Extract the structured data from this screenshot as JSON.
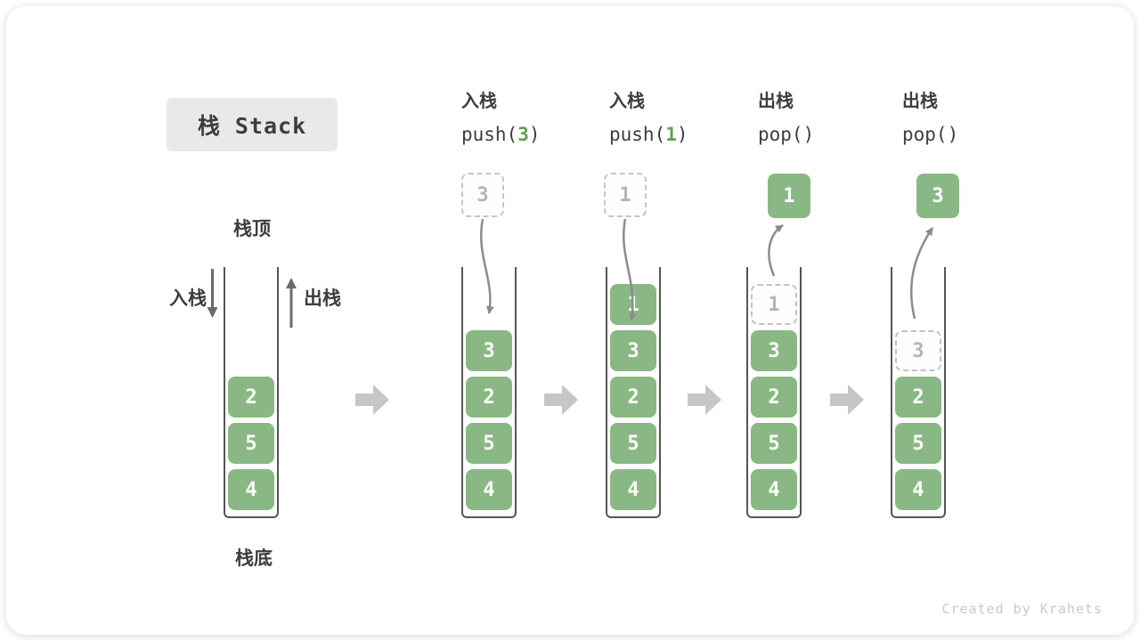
{
  "title": "栈 Stack",
  "labels": {
    "stack_top": "栈顶",
    "stack_bottom": "栈底",
    "push_side": "入栈",
    "pop_side": "出栈"
  },
  "colors": {
    "element_green": "#8ab885",
    "code_arg_green": "#61a24e",
    "ghost_gray": "#b5b5b5",
    "flow_arrow_gray": "#c6c6c6",
    "curve_arrow_gray": "#8c8c8c"
  },
  "steps": [
    {
      "label": "入栈",
      "code_pre": "push(",
      "code_arg": "3",
      "code_post": ")",
      "floating_value": "3",
      "floating_state": "ghost"
    },
    {
      "label": "入栈",
      "code_pre": "push(",
      "code_arg": "1",
      "code_post": ")",
      "floating_value": "1",
      "floating_state": "ghost"
    },
    {
      "label": "出栈",
      "code_pre": "pop(",
      "code_arg": "",
      "code_post": ")",
      "floating_value": "1",
      "floating_state": "solid"
    },
    {
      "label": "出栈",
      "code_pre": "pop(",
      "code_arg": "",
      "code_post": ")",
      "floating_value": "3",
      "floating_state": "solid"
    }
  ],
  "stacks": [
    {
      "name": "initial",
      "cells": [
        {
          "value": "2",
          "state": "solid"
        },
        {
          "value": "5",
          "state": "solid"
        },
        {
          "value": "4",
          "state": "solid"
        }
      ]
    },
    {
      "name": "after-push-3",
      "cells": [
        {
          "value": "3",
          "state": "solid"
        },
        {
          "value": "2",
          "state": "solid"
        },
        {
          "value": "5",
          "state": "solid"
        },
        {
          "value": "4",
          "state": "solid"
        }
      ]
    },
    {
      "name": "after-push-1",
      "cells": [
        {
          "value": "1",
          "state": "solid"
        },
        {
          "value": "3",
          "state": "solid"
        },
        {
          "value": "2",
          "state": "solid"
        },
        {
          "value": "5",
          "state": "solid"
        },
        {
          "value": "4",
          "state": "solid"
        }
      ]
    },
    {
      "name": "after-pop-1",
      "cells": [
        {
          "value": "1",
          "state": "ghost"
        },
        {
          "value": "3",
          "state": "solid"
        },
        {
          "value": "2",
          "state": "solid"
        },
        {
          "value": "5",
          "state": "solid"
        },
        {
          "value": "4",
          "state": "solid"
        }
      ]
    },
    {
      "name": "after-pop-3",
      "cells": [
        {
          "value": "3",
          "state": "ghost"
        },
        {
          "value": "2",
          "state": "solid"
        },
        {
          "value": "5",
          "state": "solid"
        },
        {
          "value": "4",
          "state": "solid"
        }
      ]
    }
  ],
  "footer_credit": "Created by Krahets"
}
